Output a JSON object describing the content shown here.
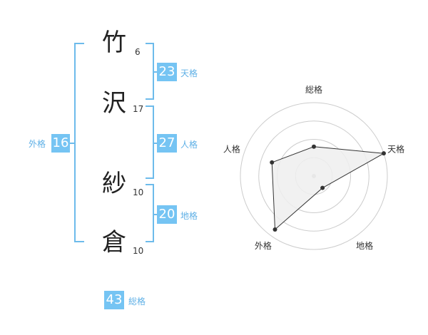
{
  "name": {
    "chars": [
      {
        "char": "竹",
        "strokes": "6"
      },
      {
        "char": "沢",
        "strokes": "17"
      },
      {
        "char": "紗",
        "strokes": "10"
      },
      {
        "char": "倉",
        "strokes": "10"
      }
    ]
  },
  "fortune": {
    "tenkaku": {
      "label": "天格",
      "value": "23"
    },
    "jinkaku": {
      "label": "人格",
      "value": "27"
    },
    "chikaku": {
      "label": "地格",
      "value": "20"
    },
    "gaikaku": {
      "label": "外格",
      "value": "16"
    },
    "soukaku": {
      "label": "総格",
      "value": "43"
    }
  },
  "chart_data": {
    "type": "radar",
    "axes": [
      "総格",
      "天格",
      "地格",
      "外格",
      "人格"
    ],
    "values": [
      0.4,
      1.0,
      0.2,
      0.9,
      0.6
    ],
    "max": 1,
    "grid": "concentric-circles",
    "colors": {
      "fill": "#eeeeee",
      "line": "#333333",
      "grid": "#cccccc",
      "point": "#333333",
      "center": "#bbbbbb"
    }
  },
  "colors": {
    "accent": "#75c4f3",
    "bracket": "#6dbbeb",
    "label": "#5fb0e6"
  }
}
